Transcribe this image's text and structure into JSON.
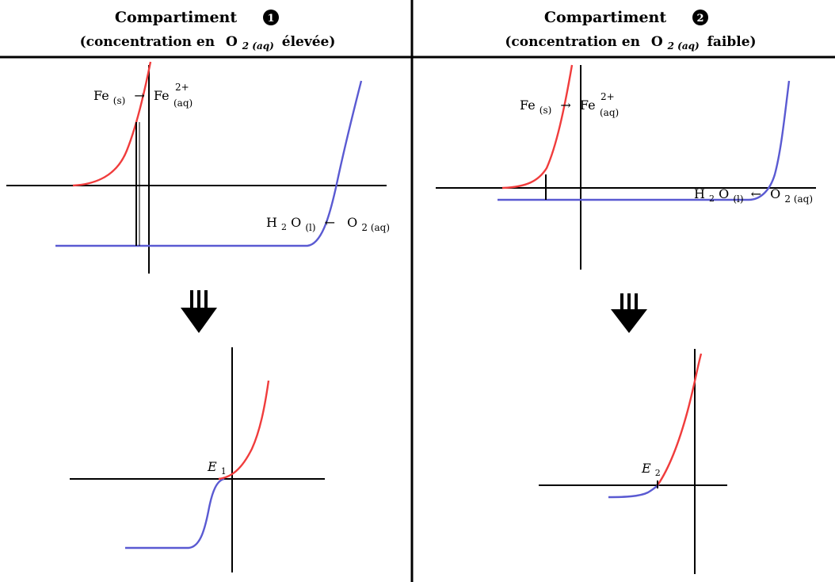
{
  "compartments": [
    {
      "title_word": "Compartiment",
      "number": "1",
      "subtitle_before": "(concentration en",
      "species": "O",
      "species_sub": "2 (aq)",
      "subtitle_after": "élevée)"
    },
    {
      "title_word": "Compartiment",
      "number": "2",
      "subtitle_before": "(concentration en",
      "species": "O",
      "species_sub": "2 (aq)",
      "subtitle_after": "faible)"
    }
  ],
  "labels": {
    "fe_left": "Fe",
    "fe_left_sub": "(s)",
    "arrow_right": "→",
    "fe_right": "Fe",
    "fe_right_sup": "2+",
    "fe_right_sub": "(aq)",
    "h2o_h": "H",
    "h2o_sub2": "2",
    "h2o_o": "O",
    "h2o_sub": "(l)",
    "arrow_left": "←",
    "o2": "O",
    "o2_sub": "2 (aq)",
    "e1": "E",
    "e1_sub": "1",
    "e2": "E",
    "e2_sub": "2"
  },
  "colors": {
    "oxidation_curve": "#f03c3c",
    "reduction_curve": "#5a5ad2",
    "axes": "#000000"
  }
}
